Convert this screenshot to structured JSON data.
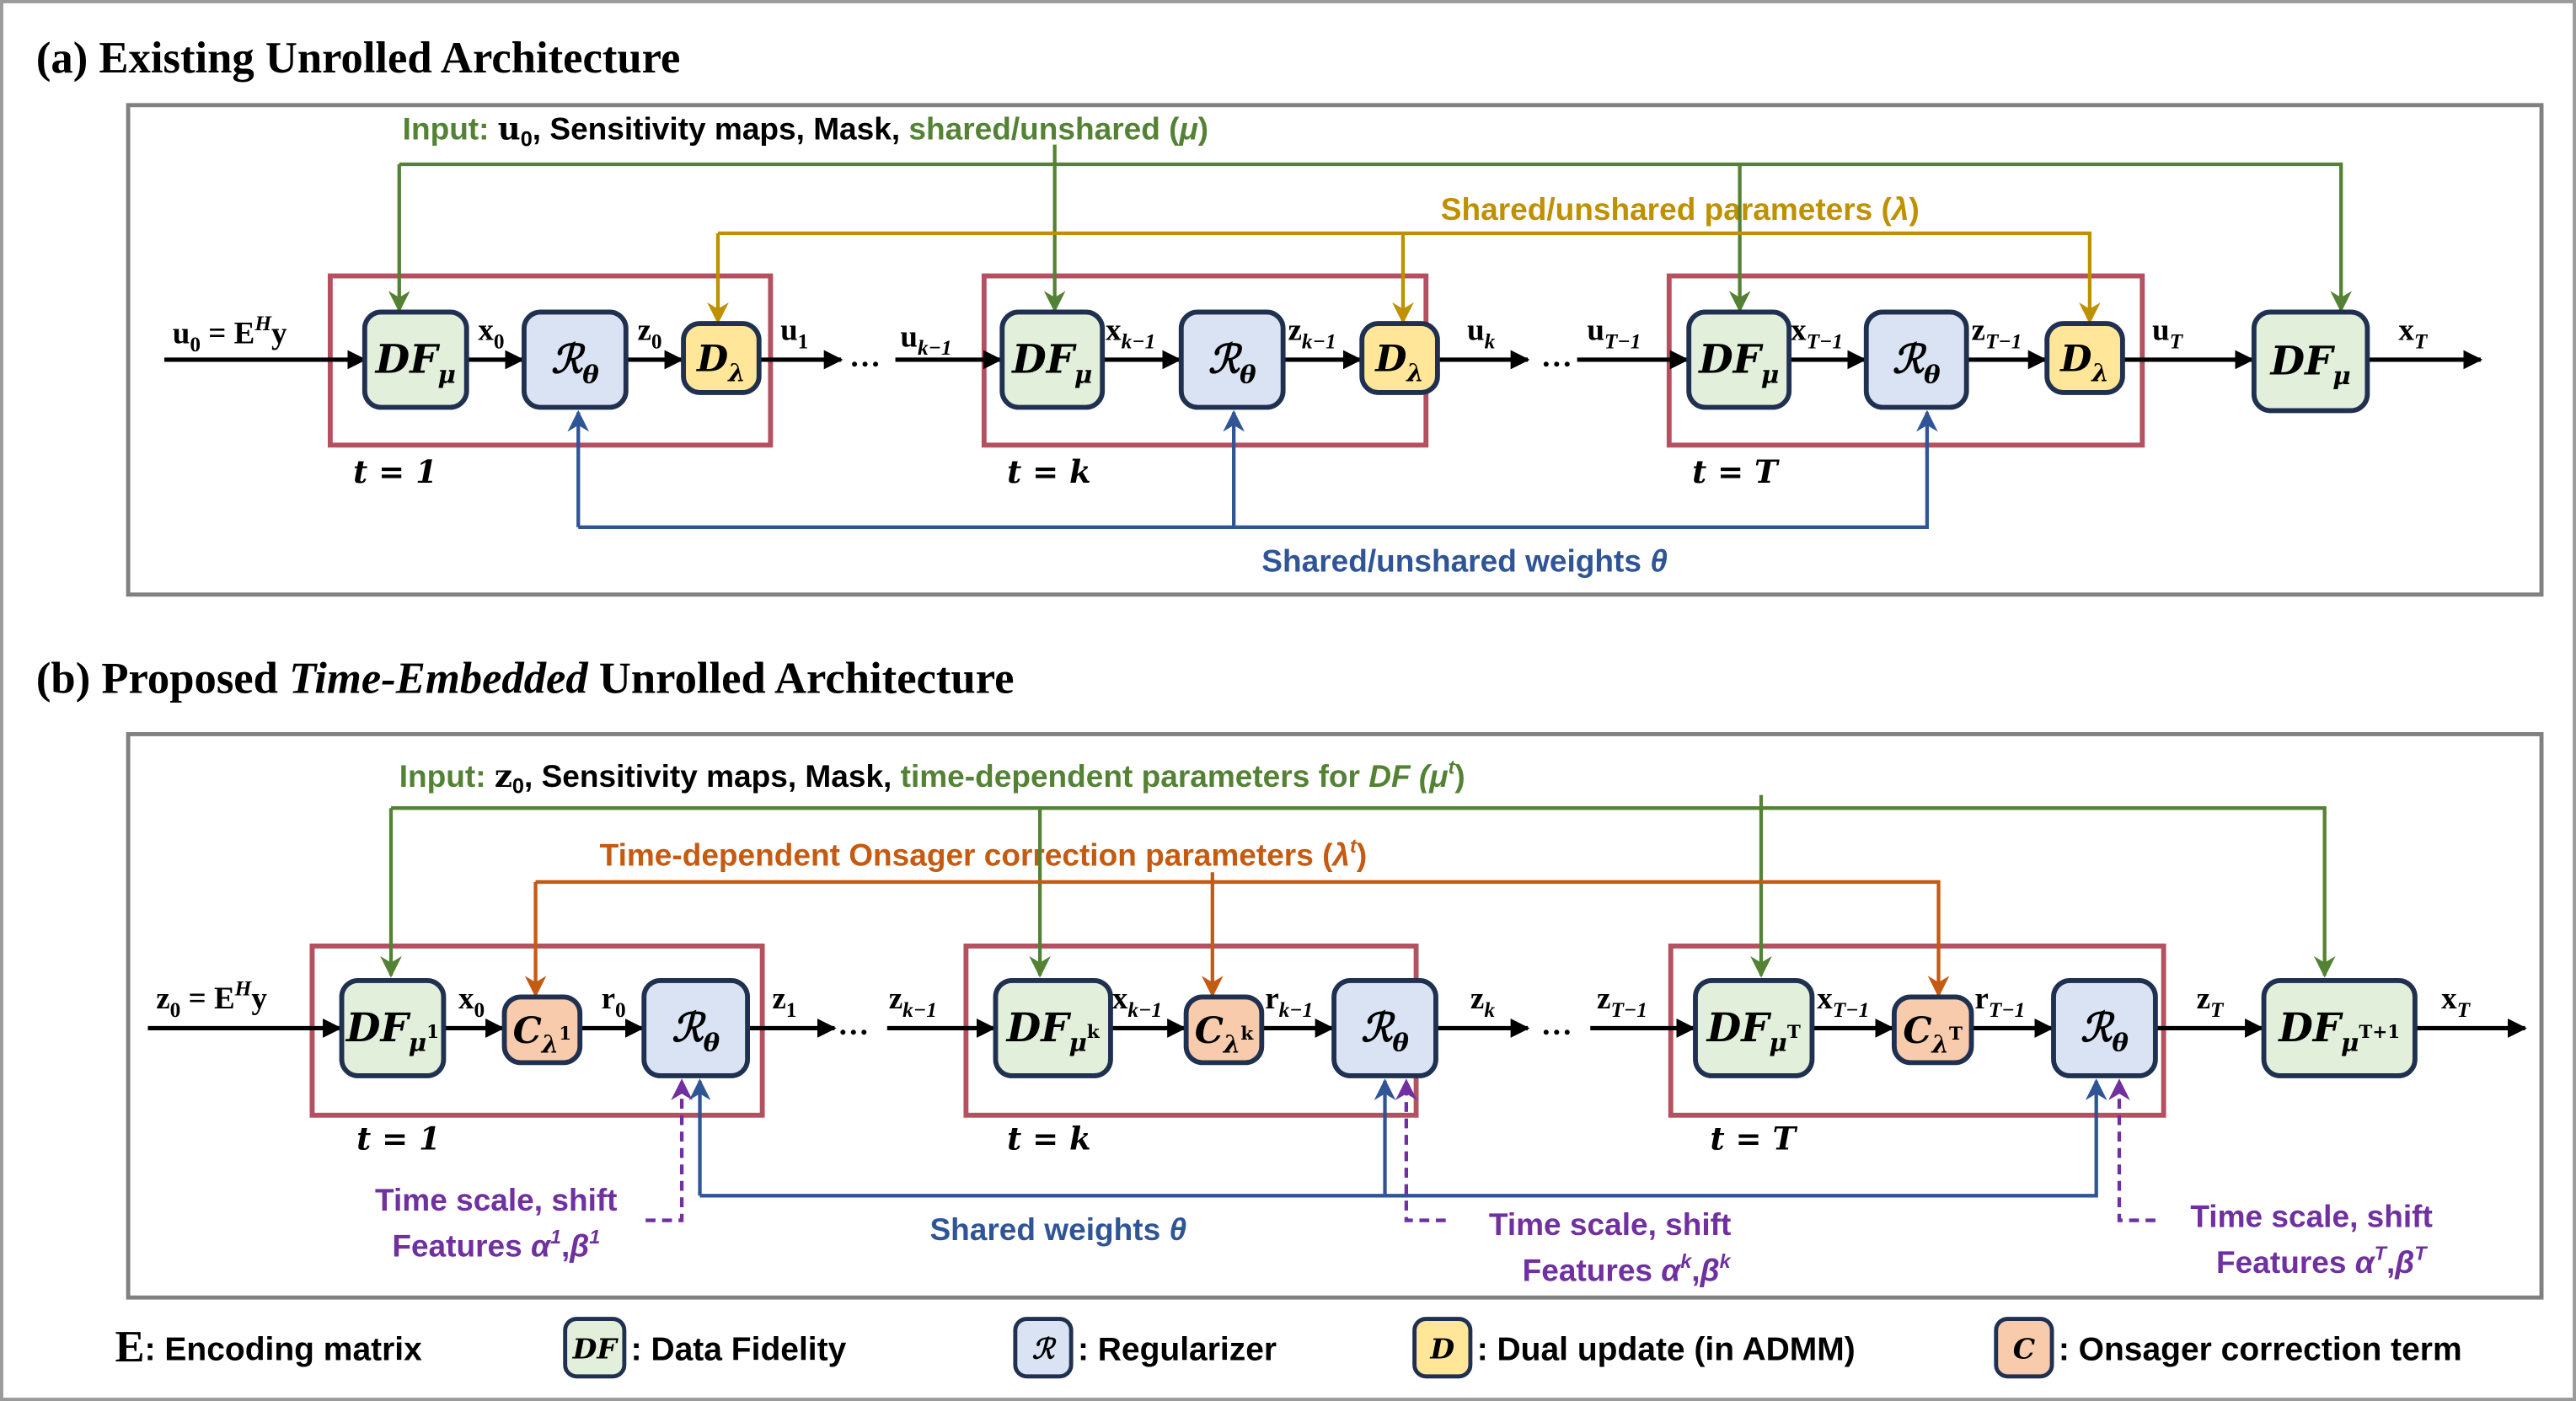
{
  "colors": {
    "green": "#548235",
    "gold": "#BF9000",
    "blue": "#2F5597",
    "orange": "#C55A11",
    "purple": "#7030A0",
    "stage_box": "#B4505F",
    "frame": "#808080",
    "block_border": "#1F3050",
    "df_fill": "#E2EFDA",
    "r_fill": "#DAE3F3",
    "d_fill": "#FFE699",
    "c_fill": "#F8CBAD"
  },
  "panel_a": {
    "title": "(a) Existing Unrolled Architecture",
    "input_label": {
      "prefix": "Input: ",
      "sym": "u",
      "sym_sub": "0",
      "middle": ", Sensitivity maps, Mask, ",
      "suffix": "shared/unshared (",
      "suffix_sym": "μ",
      "suffix_end": ")"
    },
    "param_label": {
      "text": "Shared/unshared parameters (",
      "sym": "λ",
      "end": ")"
    },
    "weights_label": {
      "text": "Shared/unshared weights ",
      "sym": "θ"
    },
    "stages": [
      "t = 1",
      "t = k",
      "t = T"
    ],
    "blocks": [
      {
        "kind": "DF",
        "main": "DF",
        "sub": "μ",
        "sup": ""
      },
      {
        "kind": "R",
        "main": "ℛ",
        "sub": "θ",
        "sup": ""
      },
      {
        "kind": "D",
        "main": "D",
        "sub": "λ",
        "sup": ""
      },
      {
        "kind": "DF",
        "main": "DF",
        "sub": "μ",
        "sup": ""
      },
      {
        "kind": "R",
        "main": "ℛ",
        "sub": "θ",
        "sup": ""
      },
      {
        "kind": "D",
        "main": "D",
        "sub": "λ",
        "sup": ""
      },
      {
        "kind": "DF",
        "main": "DF",
        "sub": "μ",
        "sup": ""
      },
      {
        "kind": "R",
        "main": "ℛ",
        "sub": "θ",
        "sup": ""
      },
      {
        "kind": "D",
        "main": "D",
        "sub": "λ",
        "sup": ""
      },
      {
        "kind": "DF",
        "main": "DF",
        "sub": "μ",
        "sup": ""
      }
    ],
    "signals": [
      [
        {
          "t": "u"
        },
        {
          "t": "0",
          "s": "sub"
        },
        {
          "t": " = E"
        },
        {
          "t": "H",
          "s": "sup"
        },
        {
          "t": "y"
        }
      ],
      [
        {
          "t": "x"
        },
        {
          "t": "0",
          "s": "sub"
        }
      ],
      [
        {
          "t": "z"
        },
        {
          "t": "0",
          "s": "sub"
        }
      ],
      [
        {
          "t": "u"
        },
        {
          "t": "1",
          "s": "sub"
        }
      ],
      [
        {
          "t": "…"
        }
      ],
      [
        {
          "t": "u"
        },
        {
          "t": "k−1",
          "s": "sub"
        }
      ],
      [
        {
          "t": "x"
        },
        {
          "t": "k−1",
          "s": "sub"
        }
      ],
      [
        {
          "t": "z"
        },
        {
          "t": "k−1",
          "s": "sub"
        }
      ],
      [
        {
          "t": "u"
        },
        {
          "t": "k",
          "s": "sub"
        }
      ],
      [
        {
          "t": "…"
        }
      ],
      [
        {
          "t": "u"
        },
        {
          "t": "T−1",
          "s": "sub"
        }
      ],
      [
        {
          "t": "x"
        },
        {
          "t": "T−1",
          "s": "sub"
        }
      ],
      [
        {
          "t": "z"
        },
        {
          "t": "T−1",
          "s": "sub"
        }
      ],
      [
        {
          "t": "u"
        },
        {
          "t": "T",
          "s": "sub"
        }
      ],
      [
        {
          "t": "x"
        },
        {
          "t": "T",
          "s": "sub"
        }
      ]
    ]
  },
  "panel_b": {
    "title_prefix": "(b) Proposed ",
    "title_em": "Time-Embedded",
    "title_suffix": " Unrolled Architecture",
    "input_label": {
      "prefix": "Input: ",
      "sym": "z",
      "sym_sub": "0",
      "middle": ", Sensitivity maps, Mask, ",
      "suffix": "time-dependent parameters for ",
      "suffix_sym": "DF",
      "suffix_end": " (μ",
      "suffix_sup": "t",
      "suffix_close": ")"
    },
    "param_label": {
      "text": "Time-dependent Onsager correction parameters (",
      "sym": "λ",
      "sup": "t",
      "end": ")"
    },
    "weights_label": {
      "text": "Shared weights ",
      "sym": "θ"
    },
    "stages": [
      "t = 1",
      "t = k",
      "t = T"
    ],
    "blocks": [
      {
        "kind": "DF",
        "main": "DF",
        "sub": "μ",
        "sup": "1"
      },
      {
        "kind": "C",
        "main": "C",
        "sub": "λ",
        "sup": "1"
      },
      {
        "kind": "R",
        "main": "ℛ",
        "sub": "θ",
        "sup": ""
      },
      {
        "kind": "DF",
        "main": "DF",
        "sub": "μ",
        "sup": "k"
      },
      {
        "kind": "C",
        "main": "C",
        "sub": "λ",
        "sup": "k"
      },
      {
        "kind": "R",
        "main": "ℛ",
        "sub": "θ",
        "sup": ""
      },
      {
        "kind": "DF",
        "main": "DF",
        "sub": "μ",
        "sup": "T"
      },
      {
        "kind": "C",
        "main": "C",
        "sub": "λ",
        "sup": "T"
      },
      {
        "kind": "R",
        "main": "ℛ",
        "sub": "θ",
        "sup": ""
      },
      {
        "kind": "DF",
        "main": "DF",
        "sub": "μ",
        "sup": "T+1"
      }
    ],
    "signals": [
      [
        {
          "t": "z"
        },
        {
          "t": "0",
          "s": "sub"
        },
        {
          "t": " = E"
        },
        {
          "t": "H",
          "s": "sup"
        },
        {
          "t": "y"
        }
      ],
      [
        {
          "t": "x"
        },
        {
          "t": "0",
          "s": "sub"
        }
      ],
      [
        {
          "t": "r"
        },
        {
          "t": "0",
          "s": "sub"
        }
      ],
      [
        {
          "t": "z"
        },
        {
          "t": "1",
          "s": "sub"
        }
      ],
      [
        {
          "t": "…"
        }
      ],
      [
        {
          "t": "z"
        },
        {
          "t": "k−1",
          "s": "sub"
        }
      ],
      [
        {
          "t": "x"
        },
        {
          "t": "k−1",
          "s": "sub"
        }
      ],
      [
        {
          "t": "r"
        },
        {
          "t": "k−1",
          "s": "sub"
        }
      ],
      [
        {
          "t": "z"
        },
        {
          "t": "k",
          "s": "sub"
        }
      ],
      [
        {
          "t": "…"
        }
      ],
      [
        {
          "t": "z"
        },
        {
          "t": "T−1",
          "s": "sub"
        }
      ],
      [
        {
          "t": "x"
        },
        {
          "t": "T−1",
          "s": "sub"
        }
      ],
      [
        {
          "t": "r"
        },
        {
          "t": "T−1",
          "s": "sub"
        }
      ],
      [
        {
          "t": "z"
        },
        {
          "t": "T",
          "s": "sub"
        }
      ],
      [
        {
          "t": "x"
        },
        {
          "t": "T",
          "s": "sub"
        }
      ]
    ],
    "time_features": [
      {
        "line1": "Time scale, shift",
        "line2": "Features ",
        "a": "α",
        "b": "β",
        "idx": "1"
      },
      {
        "line1": "Time scale, shift",
        "line2": "Features ",
        "a": "α",
        "b": "β",
        "idx": "k"
      },
      {
        "line1": "Time scale, shift",
        "line2": "Features ",
        "a": "α",
        "b": "β",
        "idx": "T"
      }
    ]
  },
  "legend": [
    {
      "symbol": "E",
      "kind": "text",
      "label": ": Encoding matrix"
    },
    {
      "symbol": "DF",
      "kind": "DF",
      "label": ": Data Fidelity"
    },
    {
      "symbol": "ℛ",
      "kind": "R",
      "label": ": Regularizer"
    },
    {
      "symbol": "D",
      "kind": "D",
      "label": ": Dual update (in ADMM)"
    },
    {
      "symbol": "C",
      "kind": "C",
      "label": ": Onsager correction term"
    }
  ]
}
